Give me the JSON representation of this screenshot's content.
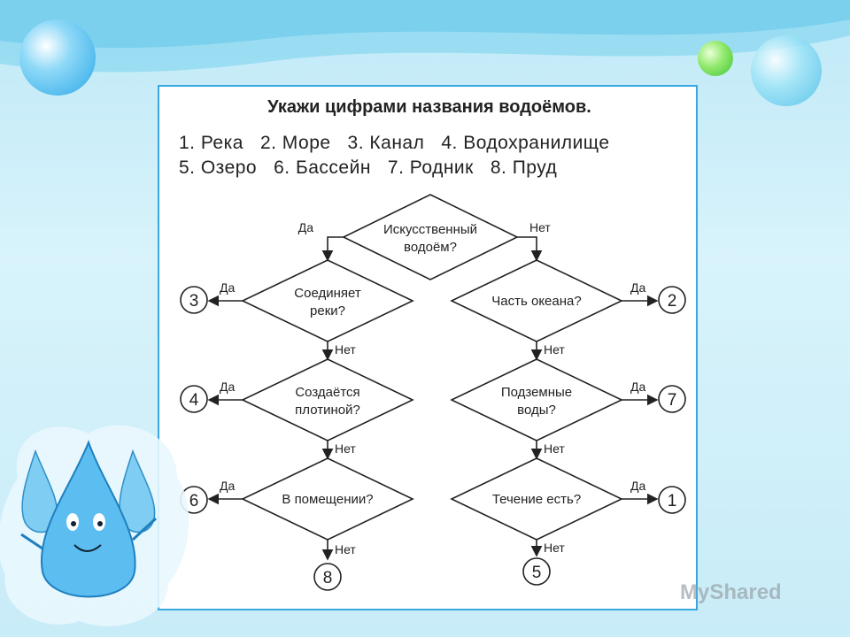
{
  "title": "Укажи цифрами названия водоёмов.",
  "legend": {
    "line1": "1. Река   2. Море   3. Канал   4. Водохранилище",
    "line2": "5. Озеро   6. Бассейн   7. Родник   8. Пруд"
  },
  "flow": {
    "yes": "Да",
    "no": "Нет",
    "q_top": [
      "Искусственный",
      "водоём?"
    ],
    "q_left1": [
      "Соединяет",
      "реки?"
    ],
    "q_left2": [
      "Создаётся",
      "плотиной?"
    ],
    "q_left3": [
      "В помещении?"
    ],
    "q_right1": [
      "Часть океана?"
    ],
    "q_right2": [
      "Подземные",
      "воды?"
    ],
    "q_right3": [
      "Течение есть?"
    ],
    "answers": {
      "left1": "3",
      "left2": "4",
      "left3": "6",
      "left_bottom": "8",
      "right1": "2",
      "right2": "7",
      "right3": "1",
      "right_bottom": "5"
    }
  },
  "watermark": "MyShared"
}
